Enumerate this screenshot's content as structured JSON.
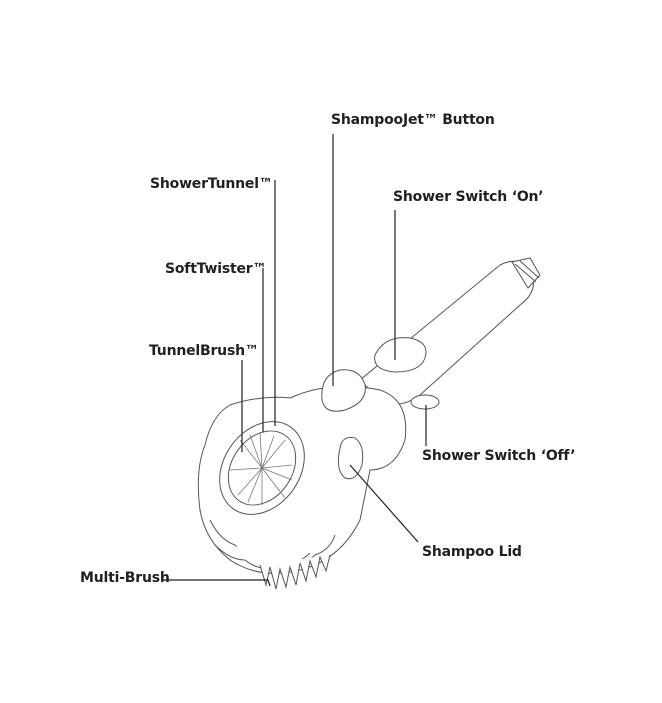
{
  "labels": {
    "shampoojet_button": "ShampooJet™ Button",
    "shower_tunnel": "ShowerTunnel™",
    "shower_switch_on": "Shower  Switch ‘On’",
    "soft_twister": "SoftTwister™",
    "tunnel_brush": "TunnelBrush™",
    "shower_switch_off": "Shower Switch ‘Off’",
    "shampoo_lid": "Shampoo Lid",
    "multi_brush": "Multi-Brush"
  }
}
